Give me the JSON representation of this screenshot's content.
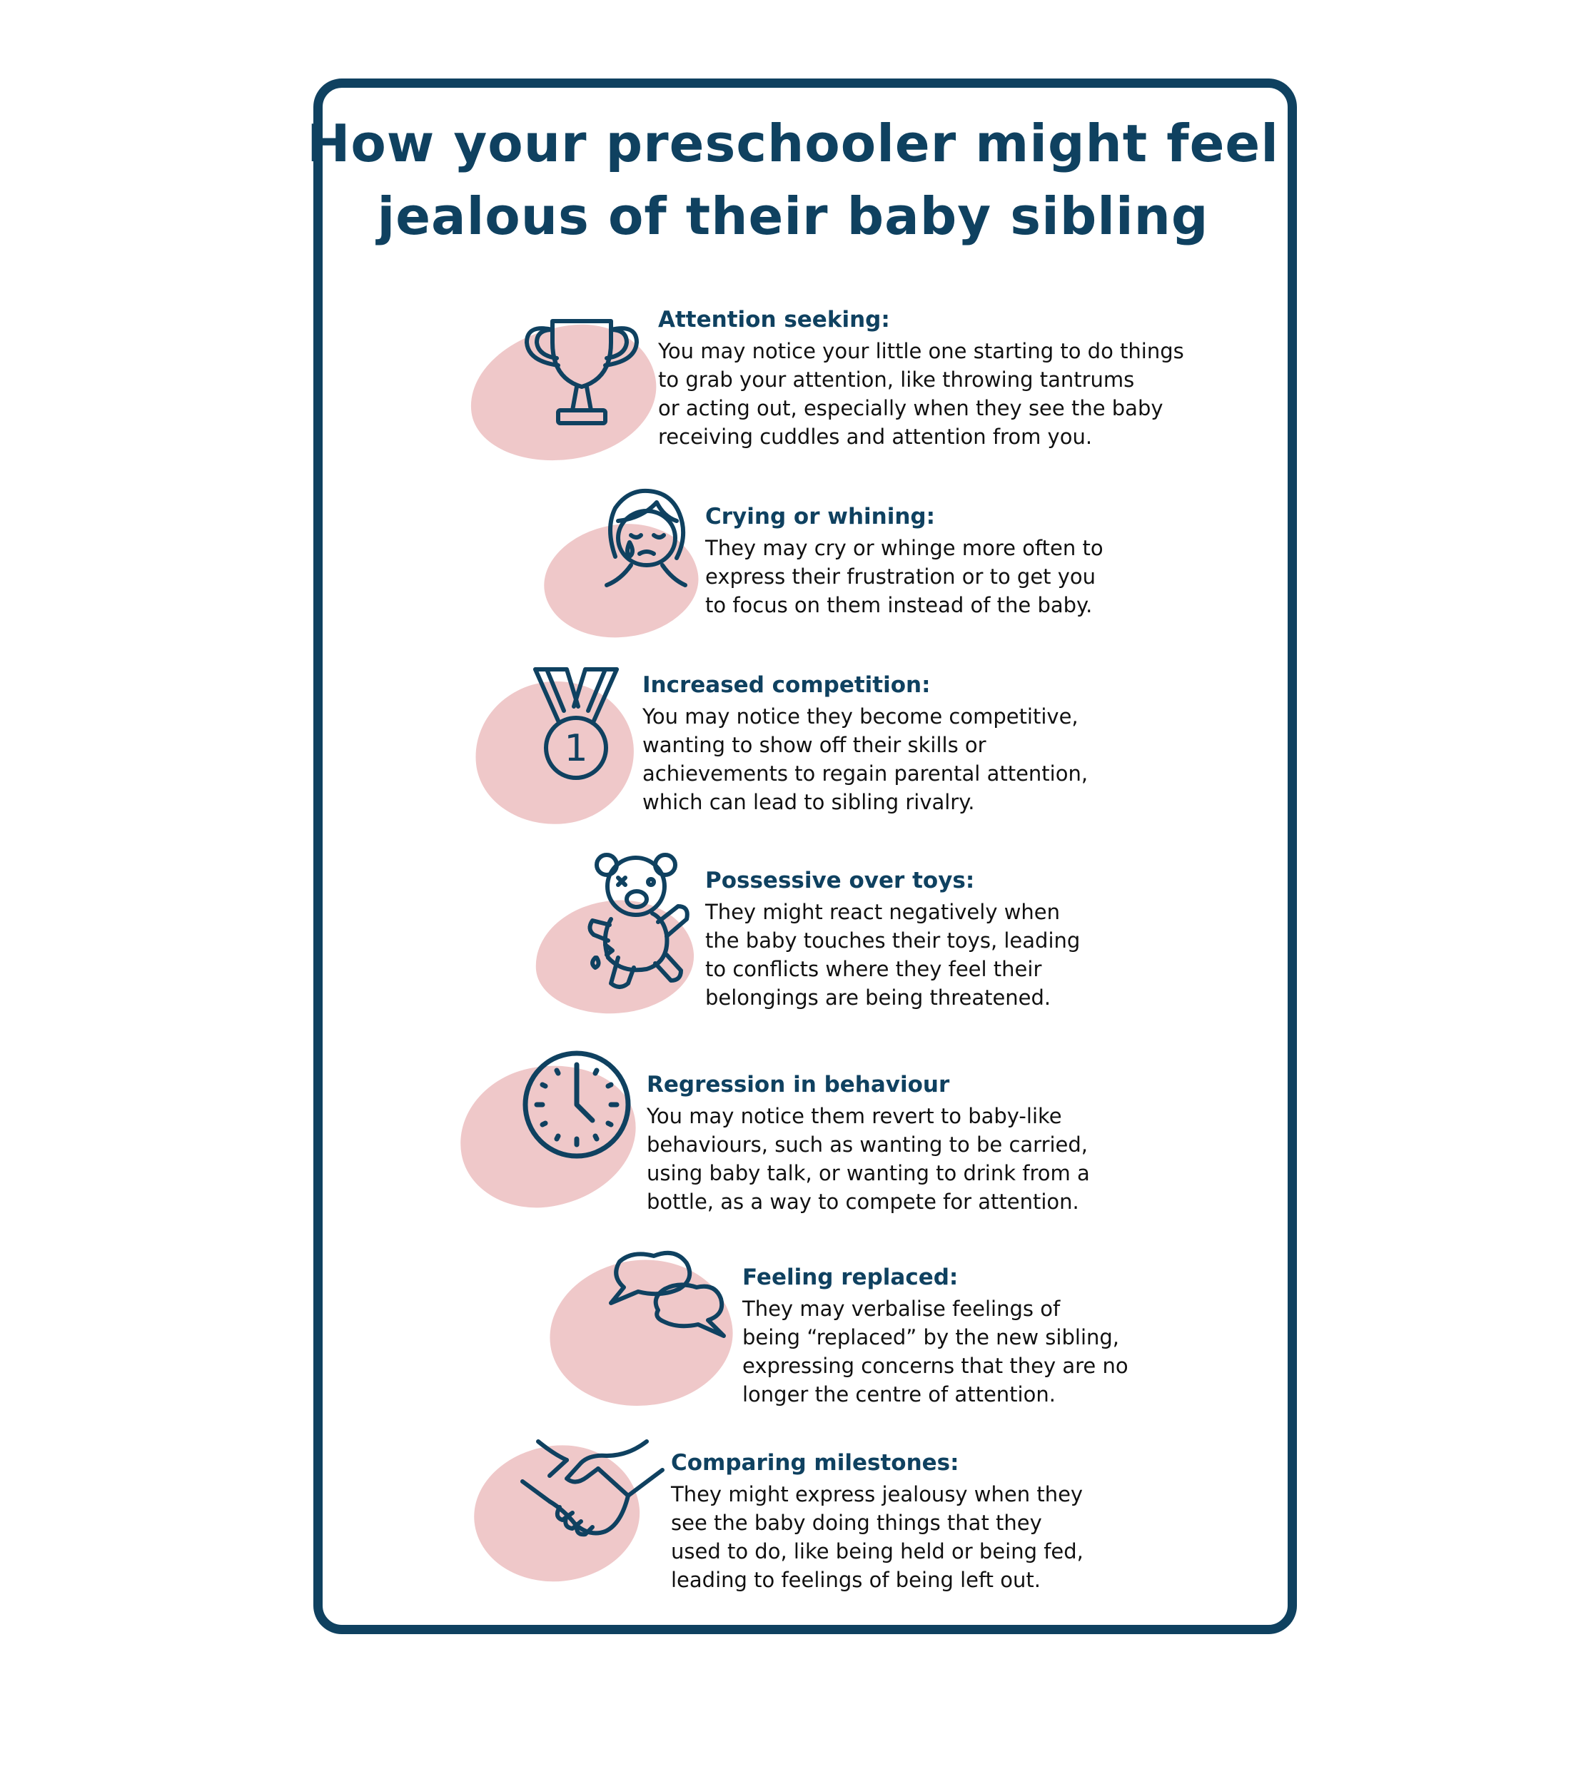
{
  "title": {
    "line1": "How your preschooler might feel",
    "line2": "jealous of their baby sibling"
  },
  "colors": {
    "navy": "#0f4160",
    "blob": "#efc8c9",
    "text": "#111111"
  },
  "items": [
    {
      "icon": "trophy-icon",
      "heading": "Attention seeking:",
      "lines": [
        "You may notice your little one starting to do things",
        "to grab your attention, like throwing tantrums",
        "or acting out, especially when they see the baby",
        "receiving cuddles and attention from you."
      ]
    },
    {
      "icon": "crying-child-icon",
      "heading": "Crying or whining:",
      "lines": [
        "They may cry or whinge more often to",
        "express their frustration or to get you",
        "to focus on them instead of the baby."
      ]
    },
    {
      "icon": "medal-icon",
      "medal_number": "1",
      "heading": "Increased competition:",
      "lines": [
        "You may notice they become competitive,",
        "wanting to show off their skills or",
        "achievements to regain parental attention,",
        "which can lead to sibling rivalry."
      ]
    },
    {
      "icon": "teddy-bear-icon",
      "heading": "Possessive over toys:",
      "lines": [
        "They might react negatively when",
        "the baby touches their toys, leading",
        "to conflicts where they feel their",
        "belongings are being threatened."
      ]
    },
    {
      "icon": "clock-icon",
      "heading": "Regression in behaviour",
      "lines": [
        "You may notice them revert to baby-like",
        "behaviours, such as wanting to be carried,",
        "using baby talk, or wanting to drink from a",
        "bottle, as a way to compete for attention."
      ]
    },
    {
      "icon": "speech-bubbles-icon",
      "heading": "Feeling replaced:",
      "lines": [
        "They may verbalise feelings of",
        "being “replaced” by the new sibling,",
        "expressing concerns that they are no",
        "longer the centre of attention."
      ]
    },
    {
      "icon": "handshake-icon",
      "heading": "Comparing milestones:",
      "lines": [
        "They might express jealousy when they",
        "see the baby doing things that they",
        "used to do, like being held or being fed,",
        "leading to feelings of being left out."
      ]
    }
  ]
}
